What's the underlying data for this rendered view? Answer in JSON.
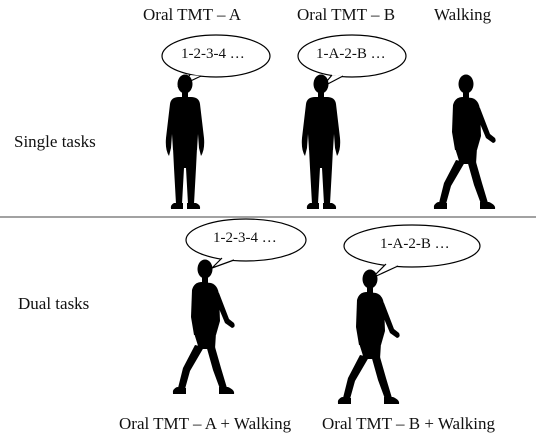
{
  "columns": {
    "oral_tmt_a": "Oral TMT – A",
    "oral_tmt_b": "Oral TMT – B",
    "walking": "Walking"
  },
  "rows": {
    "single": "Single tasks",
    "dual": "Dual tasks"
  },
  "bubbles": {
    "single_a": "1-2-3-4 …",
    "single_b": "1-A-2-B …",
    "dual_a": "1-2-3-4 …",
    "dual_b": "1-A-2-B …"
  },
  "captions": {
    "dual_a": "Oral TMT – A + Walking",
    "dual_b": "Oral TMT – B + Walking"
  },
  "colors": {
    "silhouette": "#000000",
    "divider": "#444444",
    "bubble_stroke": "#000000",
    "background": "#ffffff"
  }
}
